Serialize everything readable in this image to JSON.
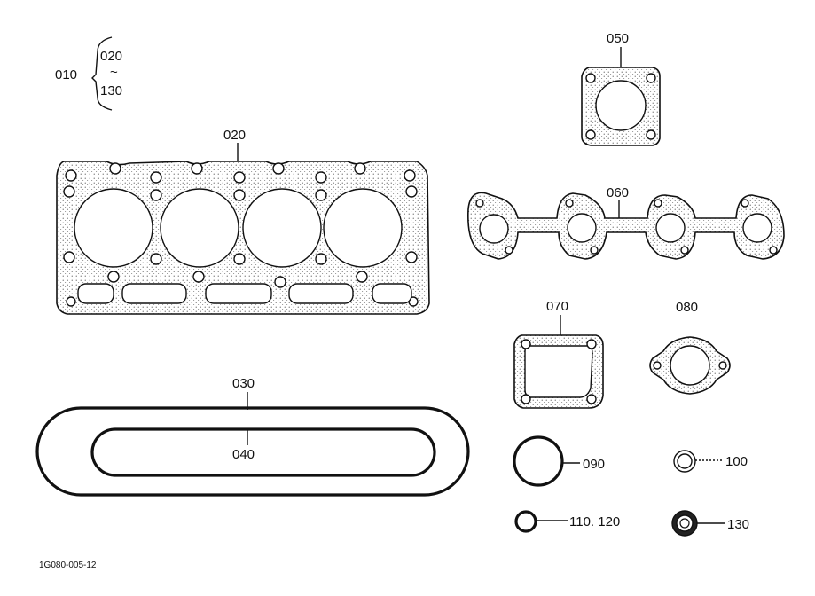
{
  "set": {
    "number": "010",
    "range_start": "020",
    "range_sep": "~",
    "range_end": "130"
  },
  "parts": {
    "p020": "020",
    "p030": "030",
    "p040": "040",
    "p050": "050",
    "p060": "060",
    "p070": "070",
    "p080": "080",
    "p090": "090",
    "p100": "100",
    "p110": "110. 120",
    "p130": "130"
  },
  "figure_code": "1G080-005-12"
}
